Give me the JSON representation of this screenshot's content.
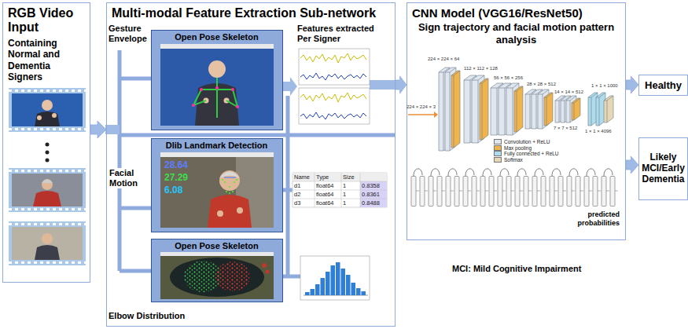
{
  "diagram": {
    "nodes": [
      {
        "text": [
          "RGB Video Input",
          "Containing Normal and Dementia Signers"
        ]
      },
      {
        "text": [
          "Multi-modal Feature Extraction Sub-network"
        ]
      },
      {
        "text": [
          "Open Pose Skeleton"
        ],
        "in": 1
      },
      {
        "text": [
          "Dlib Landmark Detection"
        ],
        "in": 1
      },
      {
        "text": [
          "Open Pose Skeleton"
        ],
        "in": 1
      },
      {
        "text": [
          "CNN Model (VGG16/ResNet50)",
          "Sign trajectory and facial motion pattern analysis"
        ]
      },
      {
        "text": [
          "Healthy"
        ]
      },
      {
        "text": [
          "Likely MCI/Early Dementia"
        ]
      }
    ],
    "edges": [
      {
        "from": 0,
        "to": 1,
        "arrow": "to"
      },
      {
        "from": 1,
        "to": 5,
        "arrow": "to"
      },
      {
        "from": 5,
        "to": 6,
        "arrow": "to"
      },
      {
        "from": 5,
        "to": 7,
        "arrow": "to"
      }
    ],
    "labels": [
      "Gesture Envelope",
      "Features extracted Per Signer",
      "Facial Motion",
      "28.64",
      "27.29",
      "6.08",
      "Name",
      "Type",
      "Size",
      "d1",
      "float64",
      "1",
      "0.8358",
      "d2",
      "float64",
      "1",
      "0.8361",
      "d3",
      "float64",
      "1",
      "0.8488",
      "Elbow Distribution",
      "224 × 224 × 3",
      "224 × 224 × 64",
      "112 × 112 × 128",
      "56 × 56 × 256",
      "28 × 28 × 512",
      "14 × 14 × 512",
      "7 × 7 × 512",
      "1 × 1 × 4096",
      "1 × 1 × 1000",
      "predicted probabilities",
      "MCI: Mild Cognitive Impairment"
    ],
    "legend": [
      {
        "text": "Convolution + ReLU",
        "color": "#dfe6ee"
      },
      {
        "text": "Max pooling",
        "color": "#f0b44c"
      },
      {
        "text": "Fully connected + ReLU",
        "color": "#aedcec"
      },
      {
        "text": "Softmax",
        "color": "#e6d8b4"
      }
    ]
  }
}
